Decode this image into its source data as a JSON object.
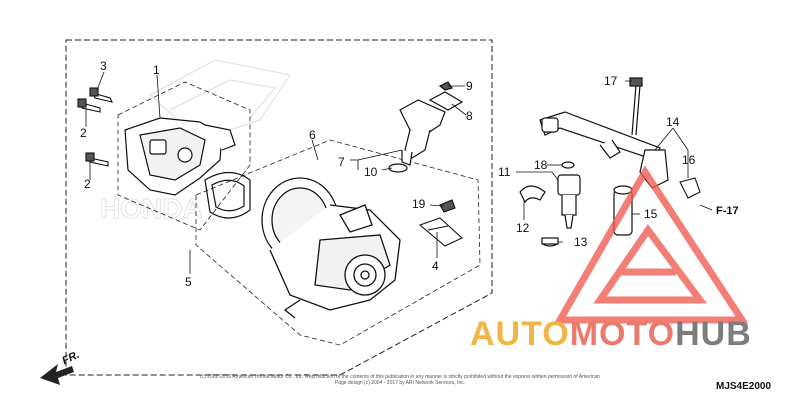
{
  "diagram": {
    "parts": [
      {
        "id": "1",
        "label": "1"
      },
      {
        "id": "2a",
        "label": "2"
      },
      {
        "id": "2b",
        "label": "2"
      },
      {
        "id": "3",
        "label": "3"
      },
      {
        "id": "4",
        "label": "4"
      },
      {
        "id": "5",
        "label": "5"
      },
      {
        "id": "6",
        "label": "6"
      },
      {
        "id": "7",
        "label": "7"
      },
      {
        "id": "8",
        "label": "8"
      },
      {
        "id": "9",
        "label": "9"
      },
      {
        "id": "10",
        "label": "10"
      },
      {
        "id": "11",
        "label": "11"
      },
      {
        "id": "12",
        "label": "12"
      },
      {
        "id": "13",
        "label": "13"
      },
      {
        "id": "14",
        "label": "14"
      },
      {
        "id": "15",
        "label": "15"
      },
      {
        "id": "16",
        "label": "16"
      },
      {
        "id": "17",
        "label": "17"
      },
      {
        "id": "18",
        "label": "18"
      },
      {
        "id": "19",
        "label": "19"
      }
    ],
    "figure_ref": "F-17",
    "front_marker": "FR.",
    "diagram_code": "MJS4E2000",
    "copyright_line1": "(c) 2002-2016 American Honda Motor Co., Inc. Reproduction of the contents of this publication in any manner is strictly prohibited without the express written permission of American Honda Motor Co., Inc. Pr...",
    "copyright_line2": "Page design (c) 2004 - 2017 by ARI Network Services, Inc."
  },
  "watermark": {
    "brand_part1": "AUTO",
    "brand_part2": "MOTO",
    "brand_part3": "HUB",
    "colors": {
      "auto": "#f2b544",
      "moto": "#ec7a6c",
      "hub": "#7c7c7c",
      "triangle": "#ef5a50"
    }
  }
}
